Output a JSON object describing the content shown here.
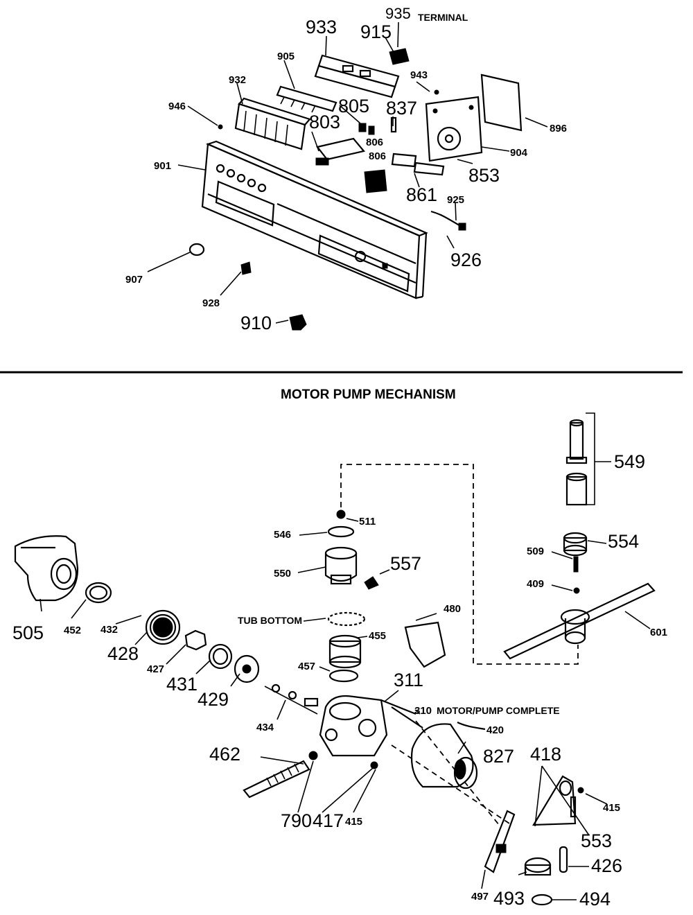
{
  "sections": {
    "control_panel": {
      "terminal_note": "TERMINAL",
      "labels": {
        "p935": "935",
        "p933": "933",
        "p915": "915",
        "p905": "905",
        "p932": "932",
        "p943": "943",
        "p946": "946",
        "p805": "805",
        "p837": "837",
        "p803": "803",
        "p806a": "806",
        "p806b": "806",
        "p896": "896",
        "p904": "904",
        "p901": "901",
        "p853": "853",
        "p861": "861",
        "p925": "925",
        "p926": "926",
        "p907": "907",
        "p928": "928",
        "p910": "910"
      }
    },
    "motor_pump": {
      "title": "MOTOR PUMP MECHANISM",
      "tub_bottom": "TUB BOTTOM",
      "motor_note": "MOTOR/PUMP COMPLETE",
      "labels": {
        "p549": "549",
        "p511": "511",
        "p546": "546",
        "p554": "554",
        "p550": "550",
        "p557": "557",
        "p509": "509",
        "p409": "409",
        "p505": "505",
        "p452": "452",
        "p432": "432",
        "p480": "480",
        "p455": "455",
        "p601": "601",
        "p428": "428",
        "p427": "427",
        "p457": "457",
        "p431": "431",
        "p429": "429",
        "p311": "311",
        "p310": "310",
        "p420": "420",
        "p434": "434",
        "p827": "827",
        "p418": "418",
        "p462": "462",
        "p415": "415",
        "p553": "553",
        "p790": "790",
        "p417": "417",
        "p415b": "415",
        "p426": "426",
        "p497": "497",
        "p493": "493",
        "p494": "494"
      }
    }
  }
}
